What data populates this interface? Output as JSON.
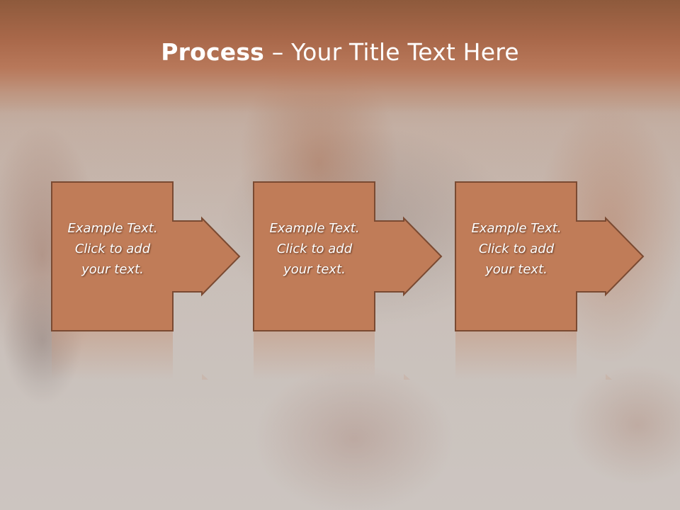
{
  "slide": {
    "title_bold": "Process",
    "title_rest": " – Your Title Text Here"
  },
  "steps": [
    {
      "text": "Example Text.\nClick  to add\nyour text."
    },
    {
      "text": "Example Text.\nClick  to add\nyour text."
    },
    {
      "text": "Example Text.\nClick  to add\nyour text."
    }
  ],
  "colors": {
    "box_fill": "#c07c58",
    "box_stroke": "#7a4a32",
    "title_text": "#ffffff"
  }
}
